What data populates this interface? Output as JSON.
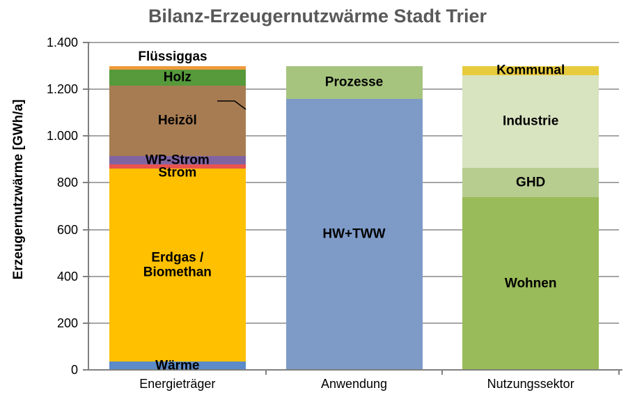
{
  "title": "Bilanz-Erzeugernutzwärme Stadt Trier",
  "y_axis": {
    "title": "Erzeugernutzwärme [GWh/a]",
    "ticks": [
      {
        "label": "0",
        "value": 0
      },
      {
        "label": "200",
        "value": 200
      },
      {
        "label": "400",
        "value": 400
      },
      {
        "label": "600",
        "value": 600
      },
      {
        "label": "800",
        "value": 800
      },
      {
        "label": "1.000",
        "value": 1000
      },
      {
        "label": "1.200",
        "value": 1200
      },
      {
        "label": "1.400",
        "value": 1400
      }
    ]
  },
  "style": {
    "title_color": "#595959",
    "grid_color": "#A6A6A6",
    "axis_color": "#808080"
  },
  "chart_data": {
    "type": "bar",
    "stacked": true,
    "title": "Bilanz-Erzeugernutzwärme Stadt Trier",
    "ylabel": "Erzeugernutzwärme [GWh/a]",
    "ylim": [
      0,
      1400
    ],
    "ytick_step": 200,
    "grid": true,
    "unit": "GWh/a",
    "categories": [
      "Energieträger",
      "Anwendung",
      "Nutzungssektor"
    ],
    "bars": [
      {
        "category": "Energieträger",
        "total": 1300,
        "segments": [
          {
            "label": "Wärme",
            "value": 35,
            "color": "#5B8BC9"
          },
          {
            "label": "Erdgas /\nBiomethan",
            "value": 825,
            "color": "#FFC000"
          },
          {
            "label": "Strom",
            "value": 20,
            "color": "#E8534F"
          },
          {
            "label": "WP-Strom",
            "value": 35,
            "color": "#8064A2"
          },
          {
            "label": "Heizöl",
            "value": 300,
            "color": "#A87C52"
          },
          {
            "label": "Holz",
            "value": 70,
            "color": "#569A3B"
          },
          {
            "label": "Flüssiggas",
            "value": 15,
            "color": "#ED9A3C",
            "label_outside": true
          }
        ]
      },
      {
        "category": "Anwendung",
        "total": 1300,
        "segments": [
          {
            "label": "HW+TWW",
            "value": 1160,
            "color": "#7E9BC8"
          },
          {
            "label": "Prozesse",
            "value": 140,
            "color": "#A6C47E"
          }
        ]
      },
      {
        "category": "Nutzungssektor",
        "total": 1300,
        "segments": [
          {
            "label": "Wohnen",
            "value": 740,
            "color": "#9ABB59"
          },
          {
            "label": "GHD",
            "value": 125,
            "color": "#B7CD90"
          },
          {
            "label": "Industrie",
            "value": 395,
            "color": "#D8E3C0"
          },
          {
            "label": "Kommunal",
            "value": 40,
            "color": "#E8CB3D"
          }
        ]
      }
    ]
  }
}
